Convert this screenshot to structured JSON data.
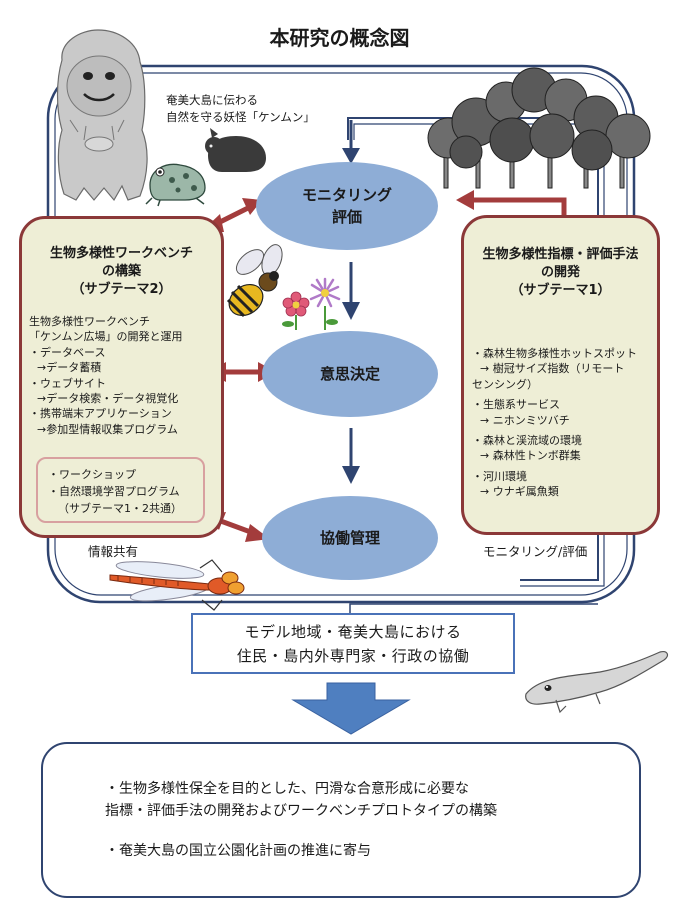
{
  "title": "本研究の概念図",
  "yokai_caption": [
    "奄美大島に伝わる",
    "自然を守る妖怪「ケンムン」"
  ],
  "cycle": {
    "monitoring": [
      "モニタリング",
      "評価"
    ],
    "decision": "意思決定",
    "collaboration": "協働管理"
  },
  "left_panel": {
    "title": [
      "生物多様性ワークベンチ",
      "の構築",
      "（サブテーマ2）"
    ],
    "items": [
      {
        "text": "生物多様性ワークベンチ",
        "indent": false
      },
      {
        "text": "「ケンムン広場」の開発と運用",
        "indent": false
      },
      {
        "text": "・データベース",
        "indent": false
      },
      {
        "text": "→データ蓄積",
        "indent": true
      },
      {
        "text": "・ウェブサイト",
        "indent": false
      },
      {
        "text": "→データ検索・データ視覚化",
        "indent": true
      },
      {
        "text": "・携帯端末アプリケーション",
        "indent": false
      },
      {
        "text": "→参加型情報収集プログラム",
        "indent": true
      }
    ],
    "workshop": [
      "・ワークショップ",
      "・自然環境学習プログラム",
      "（サブテーマ1・2共通）"
    ]
  },
  "right_panel": {
    "title": [
      "生物多様性指標・評価手法",
      "の開発",
      "（サブテーマ1）"
    ],
    "items": [
      {
        "text": "・森林生物多様性ホットスポット",
        "indent": false
      },
      {
        "text": "→ 樹冠サイズ指数（リモート",
        "indent": true
      },
      {
        "text": "センシング）",
        "indent": false
      },
      {
        "text": "・生態系サービス",
        "indent": false
      },
      {
        "text": "→ ニホンミツバチ",
        "indent": true
      },
      {
        "text": "・森林と渓流域の環境",
        "indent": false
      },
      {
        "text": "→ 森林性トンボ群集",
        "indent": true
      },
      {
        "text": "・河川環境",
        "indent": false
      },
      {
        "text": "→ ウナギ属魚類",
        "indent": true
      }
    ]
  },
  "label_left": "情報共有",
  "label_right": "モニタリング/評価",
  "model_box": [
    "モデル地域・奄美大島における",
    "住民・島内外専門家・行政の協働"
  ],
  "results": [
    [
      "・生物多様性保全を目的とした、円滑な合意形成に必要な",
      "指標・評価手法の開発およびワークベンチプロトタイプの構築"
    ],
    [
      "・奄美大島の国立公園化計画の推進に寄与"
    ]
  ],
  "colors": {
    "panel_fill": "#eeeed6",
    "panel_border": "#8b3838",
    "ellipse": "#8eadd6",
    "navy": "#2f4470",
    "arrow_red": "#a33c3c",
    "big_arrow": "#4f7fc0"
  },
  "icons": [
    "kenmun-yokai-icon",
    "frog-icon",
    "rabbit-icon",
    "forest-icon",
    "bee-icon",
    "flower-icon",
    "dragonfly-icon",
    "eel-icon"
  ]
}
